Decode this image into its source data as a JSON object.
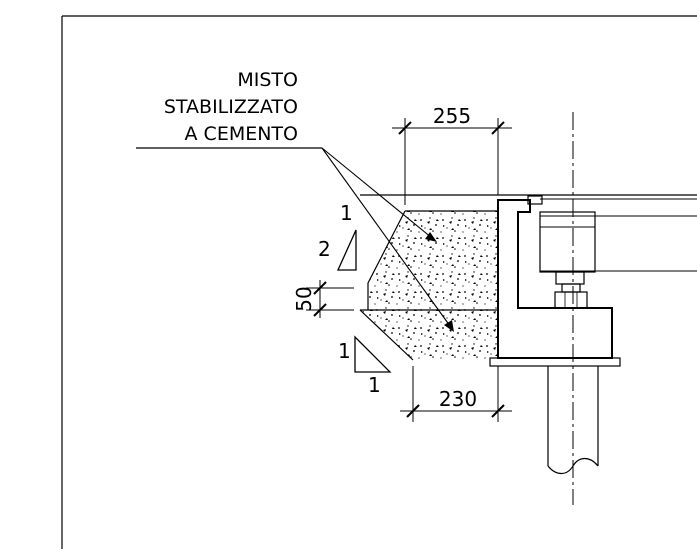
{
  "labels": {
    "material_line1": "MISTO",
    "material_line2": "STABILIZZATO",
    "material_line3": "A CEMENTO"
  },
  "dimensions": {
    "top_width": "255",
    "bottom_width": "230",
    "step_height": "50"
  },
  "slopes": {
    "upper_rise": "1",
    "upper_run": "2",
    "lower_rise": "1",
    "lower_run": "1"
  }
}
